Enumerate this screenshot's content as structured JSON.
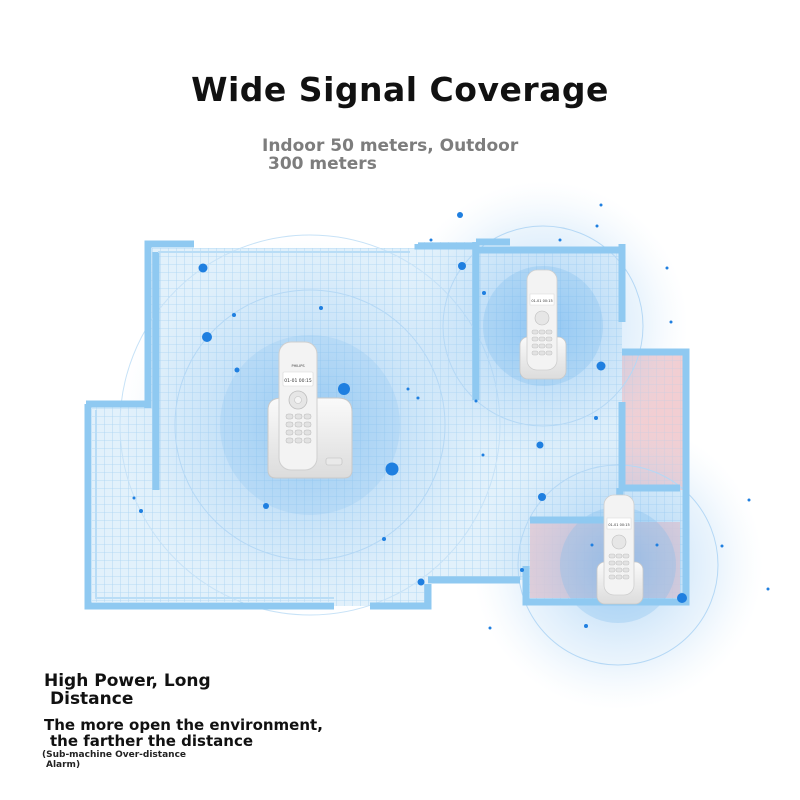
{
  "header": {
    "title": "Wide Signal Coverage",
    "subtitle_line1": "Indoor 50 meters, Outdoor",
    "subtitle_line2": "300 meters"
  },
  "footer": {
    "heading_line1": "High Power, Long",
    "heading_line2": "Distance",
    "description_line1": "The more open the environment,",
    "description_line2": "the farther the distance",
    "note_line1": "(Sub-machine Over-distance",
    "note_line2": "Alarm)"
  },
  "phones": {
    "brand": "PHILIPS",
    "base_display": "01-01  00:15",
    "handset_display": "01-01  00:15"
  },
  "colors": {
    "wall": "#8ec8f0",
    "floor": "#dff0fb",
    "signal": "#2f8de4",
    "red_room": "#f6c9cb"
  }
}
